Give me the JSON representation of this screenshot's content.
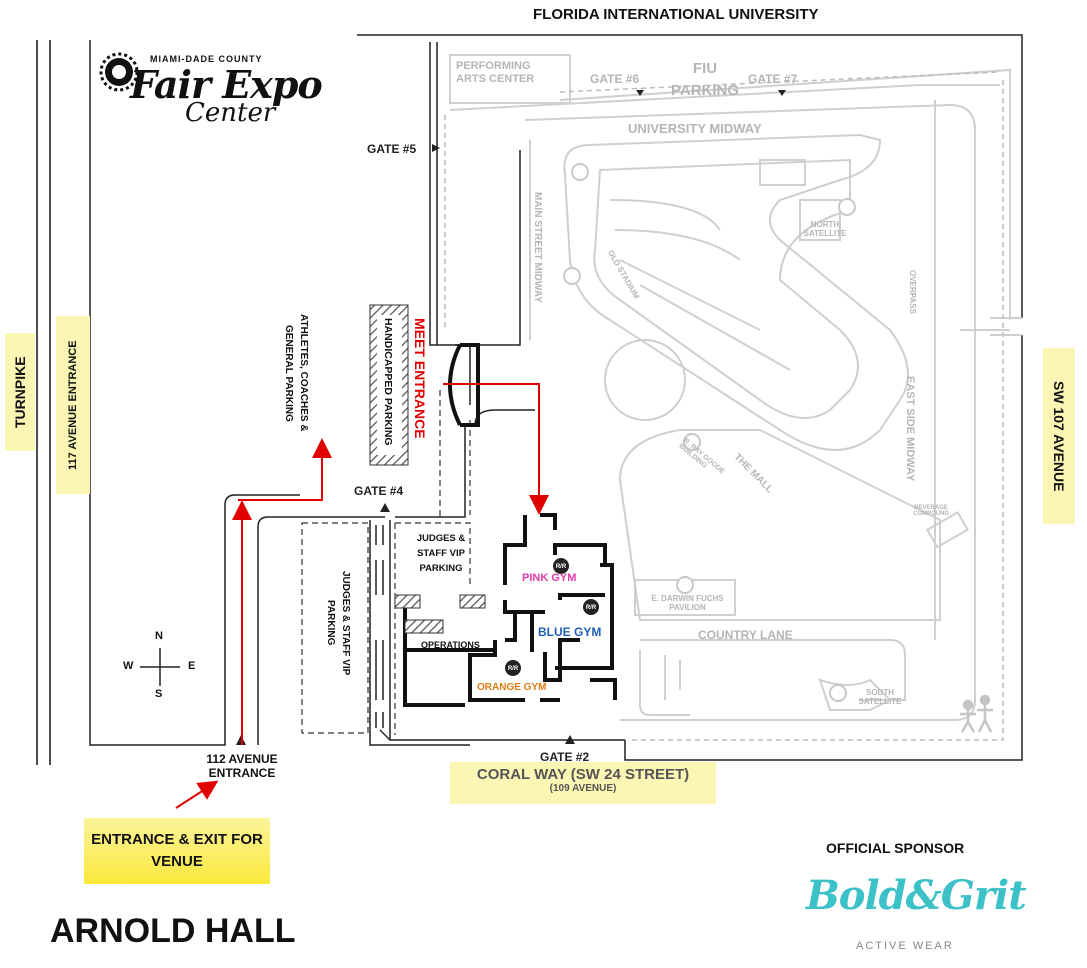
{
  "header": {
    "university": "FLORIDA INTERNATIONAL UNIVERSITY"
  },
  "logo": {
    "county": "MIAMI-DADE COUNTY",
    "line1": "Fair Expo",
    "line2": "Center"
  },
  "venue_buildings": {
    "performing_arts": "PERFORMING ARTS CENTER",
    "fiu_parking": "FIU PARKING",
    "university_midway": "UNIVERSITY MIDWAY",
    "main_street_midway": "MAIN STREET MIDWAY",
    "old_stadium": "OLD STADIUM",
    "north_satellite": "NORTH SATELLITE",
    "overpass": "OVERPASS",
    "east_side_midway": "EAST SIDE MIDWAY",
    "the_mall": "THE MALL",
    "ray_goode": "R. RAY GOODE BUILDING",
    "beverage": "BEVERAGE COMPOUND",
    "darwin_fuchs": "E. DARWIN FUCHS PAVILION",
    "country_lane": "COUNTRY LANE",
    "south_satellite": "SOUTH SATELLITE"
  },
  "gates": {
    "gate6": "GATE #6",
    "gate7": "GATE #7",
    "gate5": "GATE #5",
    "gate4": "GATE #4",
    "gate2": "GATE #2"
  },
  "roads": {
    "turnpike": "TURNPIKE",
    "ave117": "117 AVENUE ENTRANCE",
    "sw107": "SW 107 AVENUE",
    "coral_way": "CORAL WAY (SW 24 STREET)",
    "coral_way_sub": "(109 AVENUE)",
    "entrance112": "112 AVENUE ENTRANCE"
  },
  "parking": {
    "athletes": "ATHLETES, COACHES & GENERAL PARKING",
    "handicapped": "HANDICAPPED PARKING",
    "judges_vip_vertical": "JUDGES & STAFF VIP PARKING",
    "judges_vip": "JUDGES & STAFF VIP PARKING"
  },
  "meet_entrance": "MEET ENTRANCE",
  "gyms": {
    "pink": "PINK GYM",
    "blue": "BLUE GYM",
    "orange": "ORANGE GYM",
    "operations": "OPERATIONS",
    "restroom": "R/R"
  },
  "compass": {
    "n": "N",
    "s": "S",
    "e": "E",
    "w": "W"
  },
  "entrance_exit_note": "ENTRANCE & EXIT FOR VENUE",
  "hall_name": "ARNOLD HALL",
  "sponsor": {
    "heading": "OFFICIAL SPONSOR",
    "brand": "Bold&Grit",
    "tagline": "ACTIVE WEAR"
  },
  "colors": {
    "route_red": "#e00000",
    "pink_gym": "#e23ca8",
    "blue_gym": "#1f5fb8",
    "orange_gym": "#e07b12",
    "highlight_yellow": "#fcf6b4",
    "faded_gray": "#c8c8c8",
    "sponsor_teal": "#3cc1c8",
    "sponsor_purple": "#8a4fc0"
  }
}
